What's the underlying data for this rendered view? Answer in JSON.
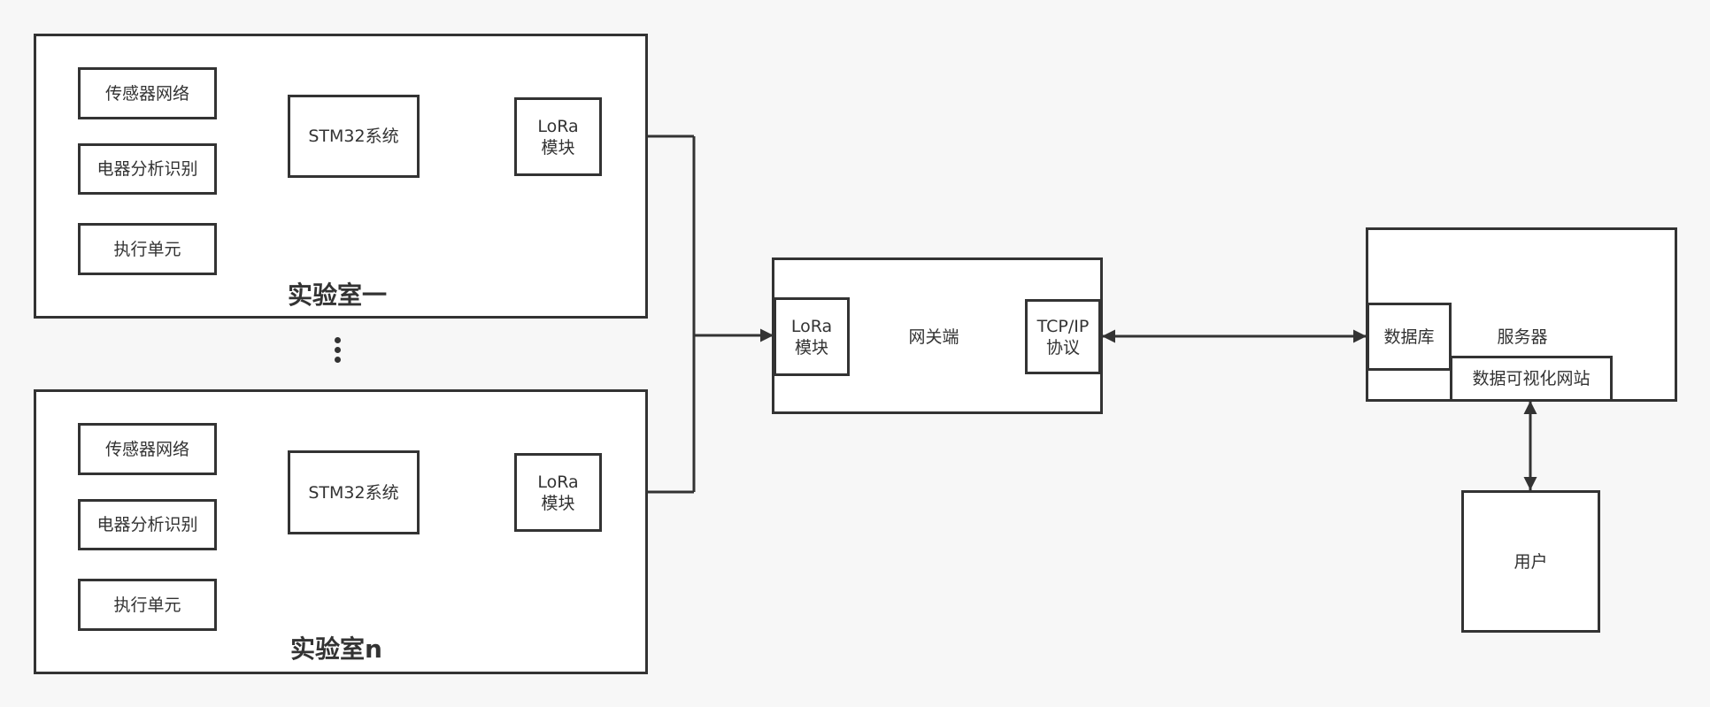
{
  "labs": [
    {
      "title": "实验室一",
      "sensor": "传感器网络",
      "appliance": "电器分析识别",
      "executor": "执行单元",
      "mcu": "STM32系统",
      "lora_line1": "LoRa",
      "lora_line2": "模块"
    },
    {
      "title": "实验室n",
      "sensor": "传感器网络",
      "appliance": "电器分析识别",
      "executor": "执行单元",
      "mcu": "STM32系统",
      "lora_line1": "LoRa",
      "lora_line2": "模块"
    }
  ],
  "ellipsis": "⋮",
  "gateway": {
    "label": "网关端",
    "lora_line1": "LoRa",
    "lora_line2": "模块",
    "tcp_line1": "TCP/IP",
    "tcp_line2": "协议"
  },
  "server": {
    "label": "服务器",
    "database": "数据库",
    "website": "数据可视化网站"
  },
  "user": {
    "label": "用户"
  },
  "colors": {
    "stroke": "#333333",
    "background": "#f7f7f7",
    "box_fill": "#ffffff"
  }
}
